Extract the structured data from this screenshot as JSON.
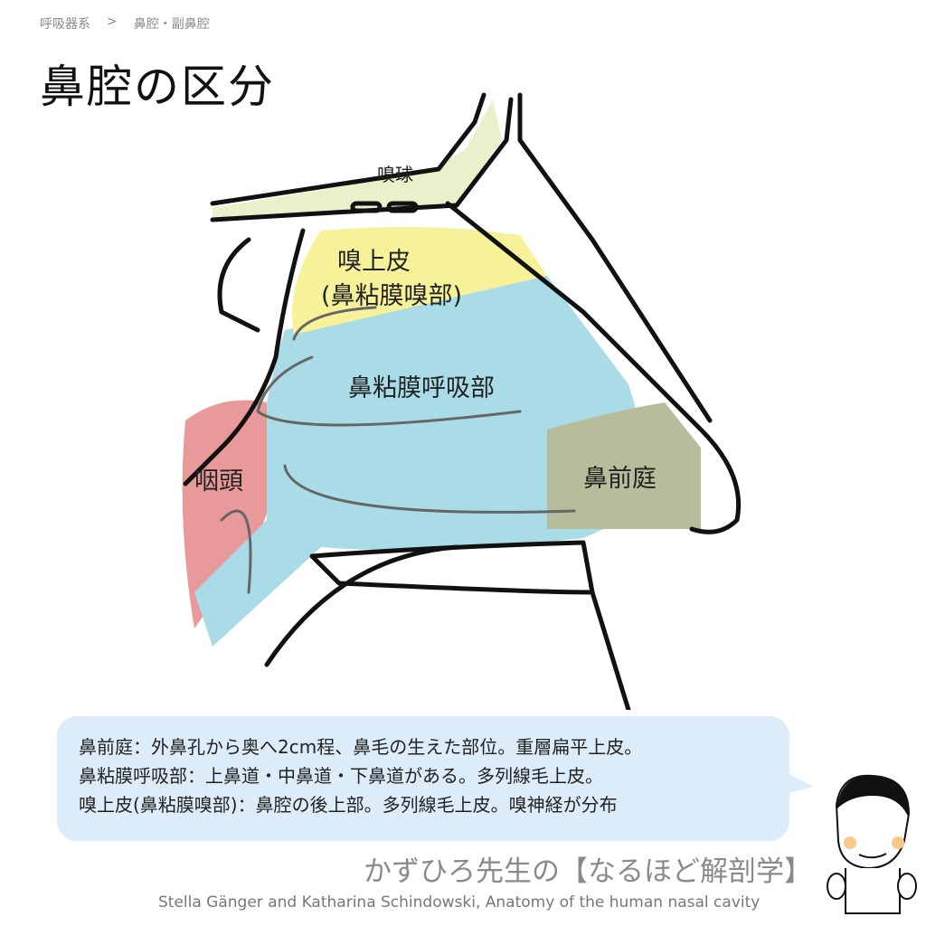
{
  "breadcrumb": {
    "items": [
      "呼吸器系",
      "鼻腔・副鼻腔"
    ],
    "separator": ">"
  },
  "title": "鼻腔の区分",
  "diagram": {
    "labels": {
      "olfactory_bulb": "嗅球",
      "olfactory_epithelium": "嗅上皮",
      "olfactory_epithelium_sub": "(鼻粘膜嗅部)",
      "respiratory_mucosa": "鼻粘膜呼吸部",
      "pharynx": "咽頭",
      "vestibule": "鼻前庭"
    },
    "colors": {
      "olfactory": "#f7f29a",
      "respiratory": "#a9dce6",
      "pharynx": "#e8999a",
      "vestibule": "#b7bd9b",
      "bulb": "#e9f1cb"
    }
  },
  "notes": [
    "鼻前庭：外鼻孔から奥へ2cm程、鼻毛の生えた部位。重層扁平上皮。",
    "鼻粘膜呼吸部：上鼻道・中鼻道・下鼻道がある。多列線毛上皮。",
    "嗅上皮(鼻粘膜嗅部)：鼻腔の後上部。多列線毛上皮。嗅神経が分布"
  ],
  "series_title": "かずひろ先生の【なるほど解剖学】",
  "credit": "Stella Gänger and Katharina Schindowski, Anatomy of the human nasal cavity"
}
